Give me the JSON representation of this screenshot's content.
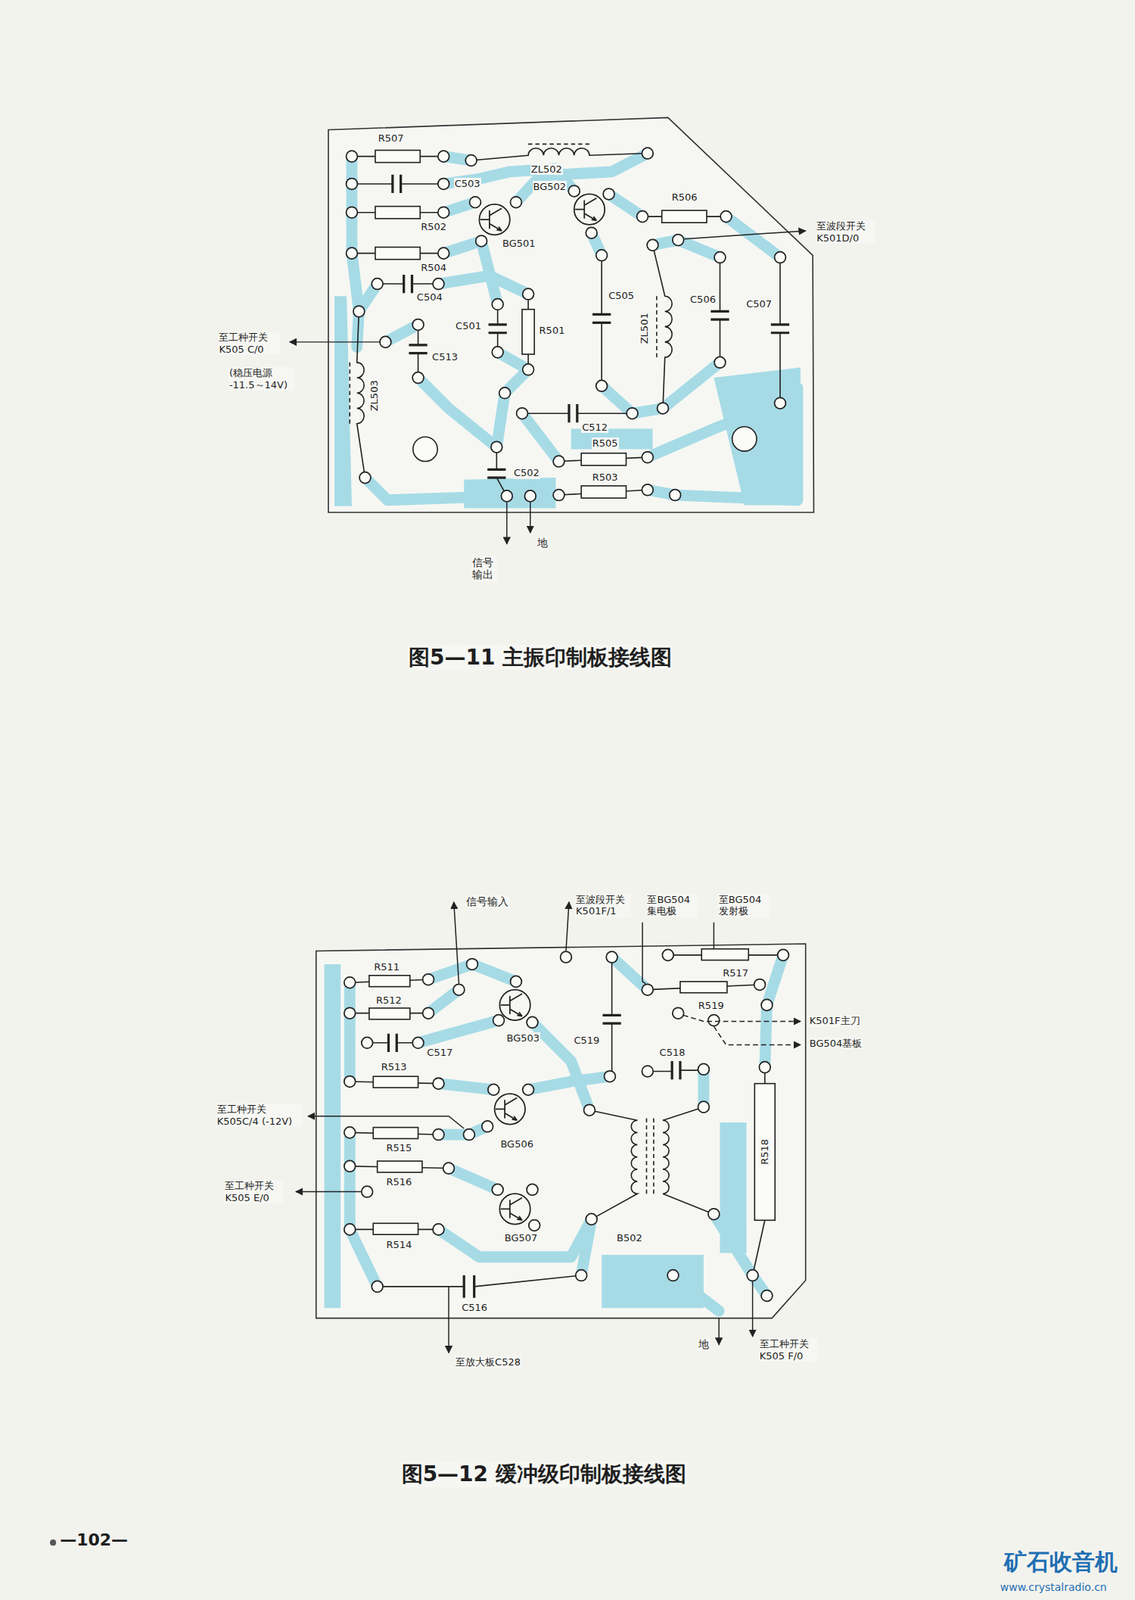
{
  "diagram": {
    "labels": [
      "R507",
      "ZL502",
      "C503",
      "BG502",
      "R506",
      "R502",
      "BG501",
      "至波段开关 K501D/0",
      "R504",
      "C504",
      "C505",
      "C506",
      "C507",
      "C501",
      "R501",
      "ZL501",
      "至工种开关 K505 C/0",
      "(稳压电源 -11.5～14V)",
      "C513",
      "ZL503",
      "C512",
      "R505",
      "C502",
      "R503",
      "信号 输出",
      "地",
      "图5—11 主振印制板接线图",
      "信号输入",
      "至波段开关 K501F/1",
      "至BG504 集电极",
      "至BG504 发射极",
      "R511",
      "R517",
      "R512",
      "C517",
      "R519",
      "BG503",
      "K501F主刀",
      "C519",
      "BG504基板",
      "C518",
      "R513",
      "至工种开关 K505C/4 (-12V)",
      "BG506",
      "R515",
      "R516",
      "至工种开关 K505 E/0",
      "R518",
      "BG507",
      "B502",
      "R514",
      "C516",
      "至放大板C528",
      "地",
      "至工种开关 K505 F/0",
      "图5—12 缓冲级印制板接线图",
      "—102—",
      "矿石收音机",
      "www.crystalradio.cn"
    ]
  }
}
